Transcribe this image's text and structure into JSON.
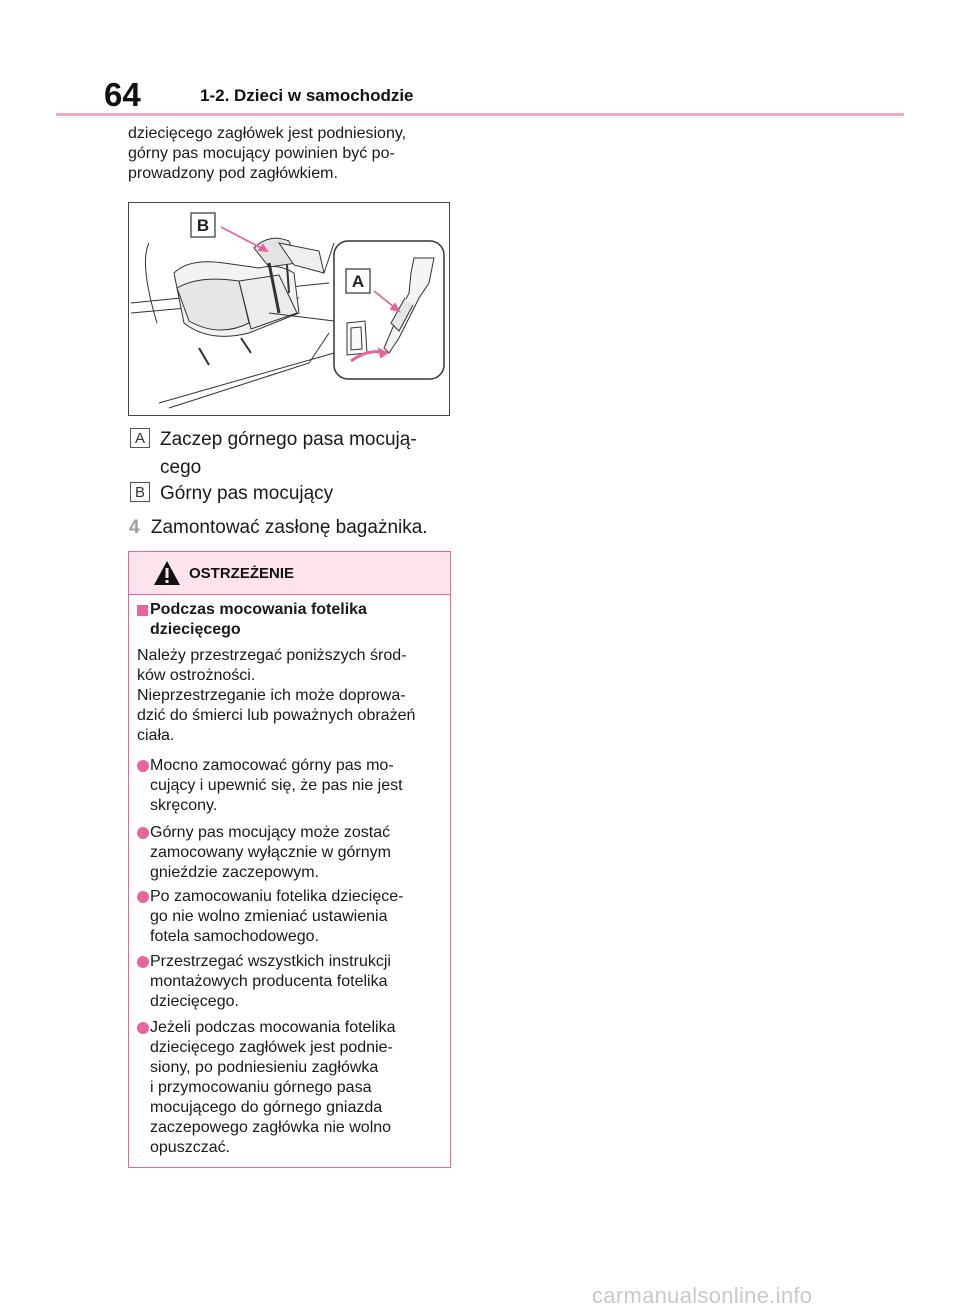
{
  "header": {
    "page_number": "64",
    "section_title": "1-2. Dzieci w samochodzie"
  },
  "intro": {
    "lines": [
      "dziecięcego zagłówek jest podniesiony,",
      "górny pas mocujący powinien być po-",
      "prowadzony pod zagłówkiem."
    ]
  },
  "figure": {
    "label_a": "A",
    "label_b": "B"
  },
  "callouts": [
    {
      "tag": "A",
      "lines": [
        "Zaczep górnego pasa mocują-",
        "cego"
      ]
    },
    {
      "tag": "B",
      "lines": [
        "Górny pas mocujący"
      ]
    }
  ],
  "step": {
    "number": "4",
    "text": "Zamontować zasłonę bagażnika."
  },
  "warning": {
    "title": "OSTRZEŻENIE",
    "subheading_lines": [
      "Podczas mocowania fotelika",
      "dziecięcego"
    ],
    "intro_lines": [
      "Należy przestrzegać poniższych środ-",
      "ków ostrożności.",
      "Nieprzestrzeganie ich może doprowa-",
      "dzić do śmierci lub poważnych obrażeń",
      "ciała."
    ],
    "bullets": [
      {
        "lines": [
          "Mocno zamocować górny pas mo-",
          "cujący i upewnić się, że pas nie jest",
          "skręcony."
        ]
      },
      {
        "lines": [
          "Górny pas mocujący może zostać",
          "zamocowany wyłącznie w górnym",
          "gnieździe zaczepowym."
        ]
      },
      {
        "lines": [
          "Po zamocowaniu fotelika dziecięce-",
          "go nie wolno zmieniać ustawienia",
          "fotela samochodowego."
        ]
      },
      {
        "lines": [
          "Przestrzegać wszystkich instrukcji",
          "montażowych producenta fotelika",
          "dziecięcego."
        ]
      },
      {
        "lines": [
          "Jeżeli podczas mocowania fotelika",
          "dziecięcego zagłówek jest podnie-",
          "siony, po podniesieniu zagłówka",
          "i przymocowaniu górnego pasa",
          "mocującego do górnego gniazda",
          "zaczepowego zagłówka nie wolno",
          "opuszczać."
        ]
      }
    ]
  },
  "footer": {
    "watermark": "carmanualsonline.info"
  },
  "colors": {
    "accent": "#e8659c",
    "header_rule": "#f2a7c4",
    "warning_bg": "#fce3ee",
    "step_number": "#9aa0a6"
  }
}
